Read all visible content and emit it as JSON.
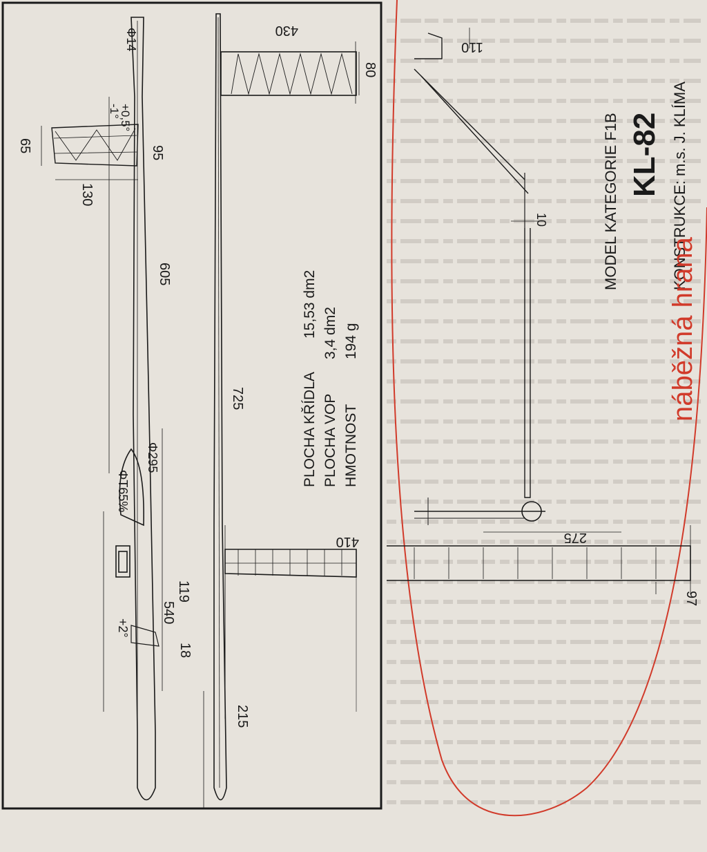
{
  "title_block": {
    "model": "MODEL KATEGORIE F1B",
    "code": "KL-82",
    "designer": "KONSTRUKCE: m.s. J. KLÍMA",
    "stamp": "náběžná hrana"
  },
  "specs": {
    "wing_area_label": "PLOCHA KŘÍDLA",
    "wing_area_value": "15,53 dm2",
    "stab_area_label": "PLOCHA VOP",
    "stab_area_value": "3,4 dm2",
    "mass_label": "HMOTNOST",
    "mass_value": "194 g"
  },
  "dims": {
    "d430": "430",
    "d80": "80",
    "d110": "110",
    "d10": "10",
    "d14": "Φ14",
    "d65": "65",
    "d95": "95",
    "d130": "130",
    "d605": "605",
    "d725": "725",
    "d295": "Φ295",
    "dT65": "ΦT65%",
    "d540": "540",
    "d119": "119",
    "d18": "18",
    "d215": "215",
    "d410": "410",
    "d275": "275",
    "d97": "97",
    "a_minus1": "-1°",
    "a_plus05": "+0,5°",
    "a_plus2": "+2°"
  }
}
